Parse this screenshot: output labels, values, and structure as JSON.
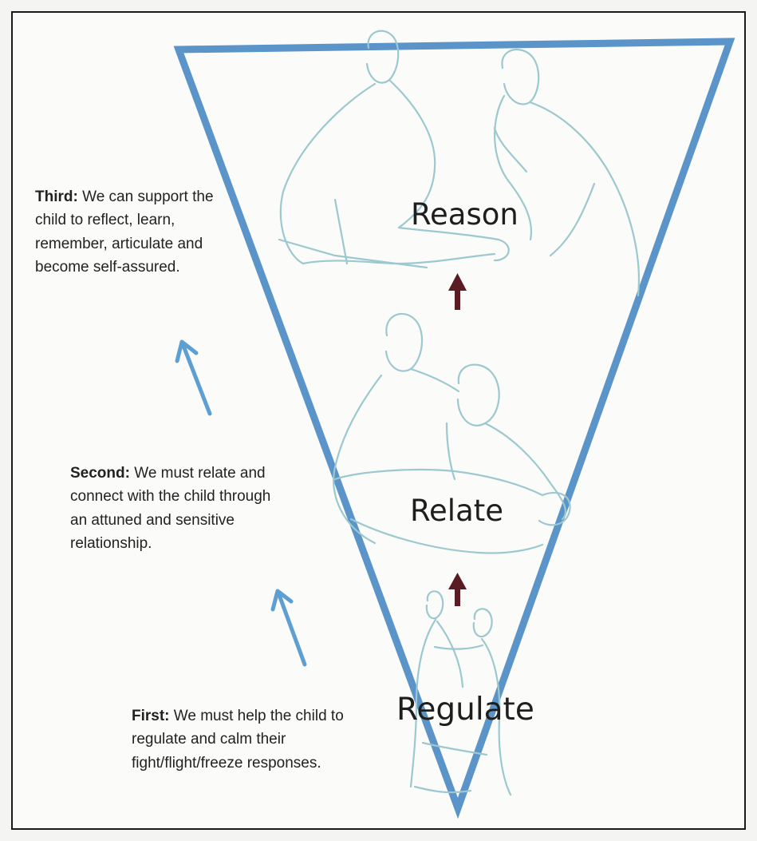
{
  "stages": {
    "reason": "Reason",
    "relate": "Relate",
    "regulate": "Regulate"
  },
  "steps": {
    "third": {
      "lead": "Third:",
      "text": "We can support the child to reflect, learn, remember, articulate and become self-assured."
    },
    "second": {
      "lead": "Second:",
      "text": "We must relate and connect with the child through an attuned and sensitive relationship."
    },
    "first": {
      "lead": "First:",
      "text": "We must help the child to regulate and calm their fight/flight/freeze responses."
    }
  },
  "colors": {
    "triangle": "#5a94c8",
    "figure_outline": "#9cc8cf",
    "side_arrow": "#5d9fd2",
    "center_arrow": "#5a1c22"
  },
  "icons": [
    "figures-reason-illustration",
    "figures-relate-illustration",
    "figures-regulate-illustration",
    "up-arrow-icon"
  ]
}
